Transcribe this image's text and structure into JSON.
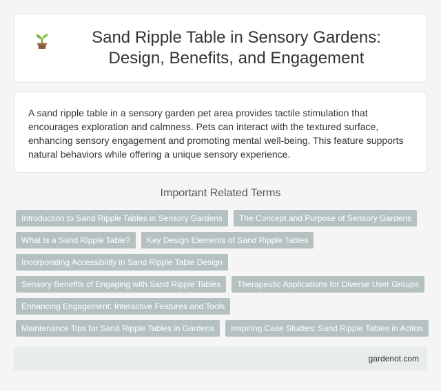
{
  "header": {
    "title": "Sand Ripple Table in Sensory Gardens: Design, Benefits, and Engagement",
    "icon": "sprout-icon"
  },
  "description": {
    "text": "A sand ripple table in a sensory garden pet area provides tactile stimulation that encourages exploration and calmness. Pets can interact with the textured surface, enhancing sensory engagement and promoting mental well-being. This feature supports natural behaviors while offering a unique sensory experience."
  },
  "terms": {
    "heading": "Important Related Terms",
    "rows": [
      [
        "Introduction to Sand Ripple Tables in Sensory Gardens",
        "The Concept and Purpose of Sensory Gardens"
      ],
      [
        "What Is a Sand Ripple Table?",
        "Key Design Elements of Sand Ripple Tables"
      ],
      [
        "Incorporating Accessibility in Sand Ripple Table Design"
      ],
      [
        "Sensory Benefits of Engaging with Sand Ripple Tables",
        "Therapeutic Applications for Diverse User Groups"
      ],
      [
        "Enhancing Engagement: Interactive Features and Tools"
      ],
      [
        "Maintenance Tips for Sand Ripple Tables in Gardens",
        "Inspiring Case Studies: Sand Ripple Tables in Action"
      ]
    ]
  },
  "footer": {
    "site": "gardenot.com"
  },
  "colors": {
    "tag_background": "#b5c1c1",
    "footer_background": "#e8ecea",
    "page_background": "#f5f5f5"
  }
}
